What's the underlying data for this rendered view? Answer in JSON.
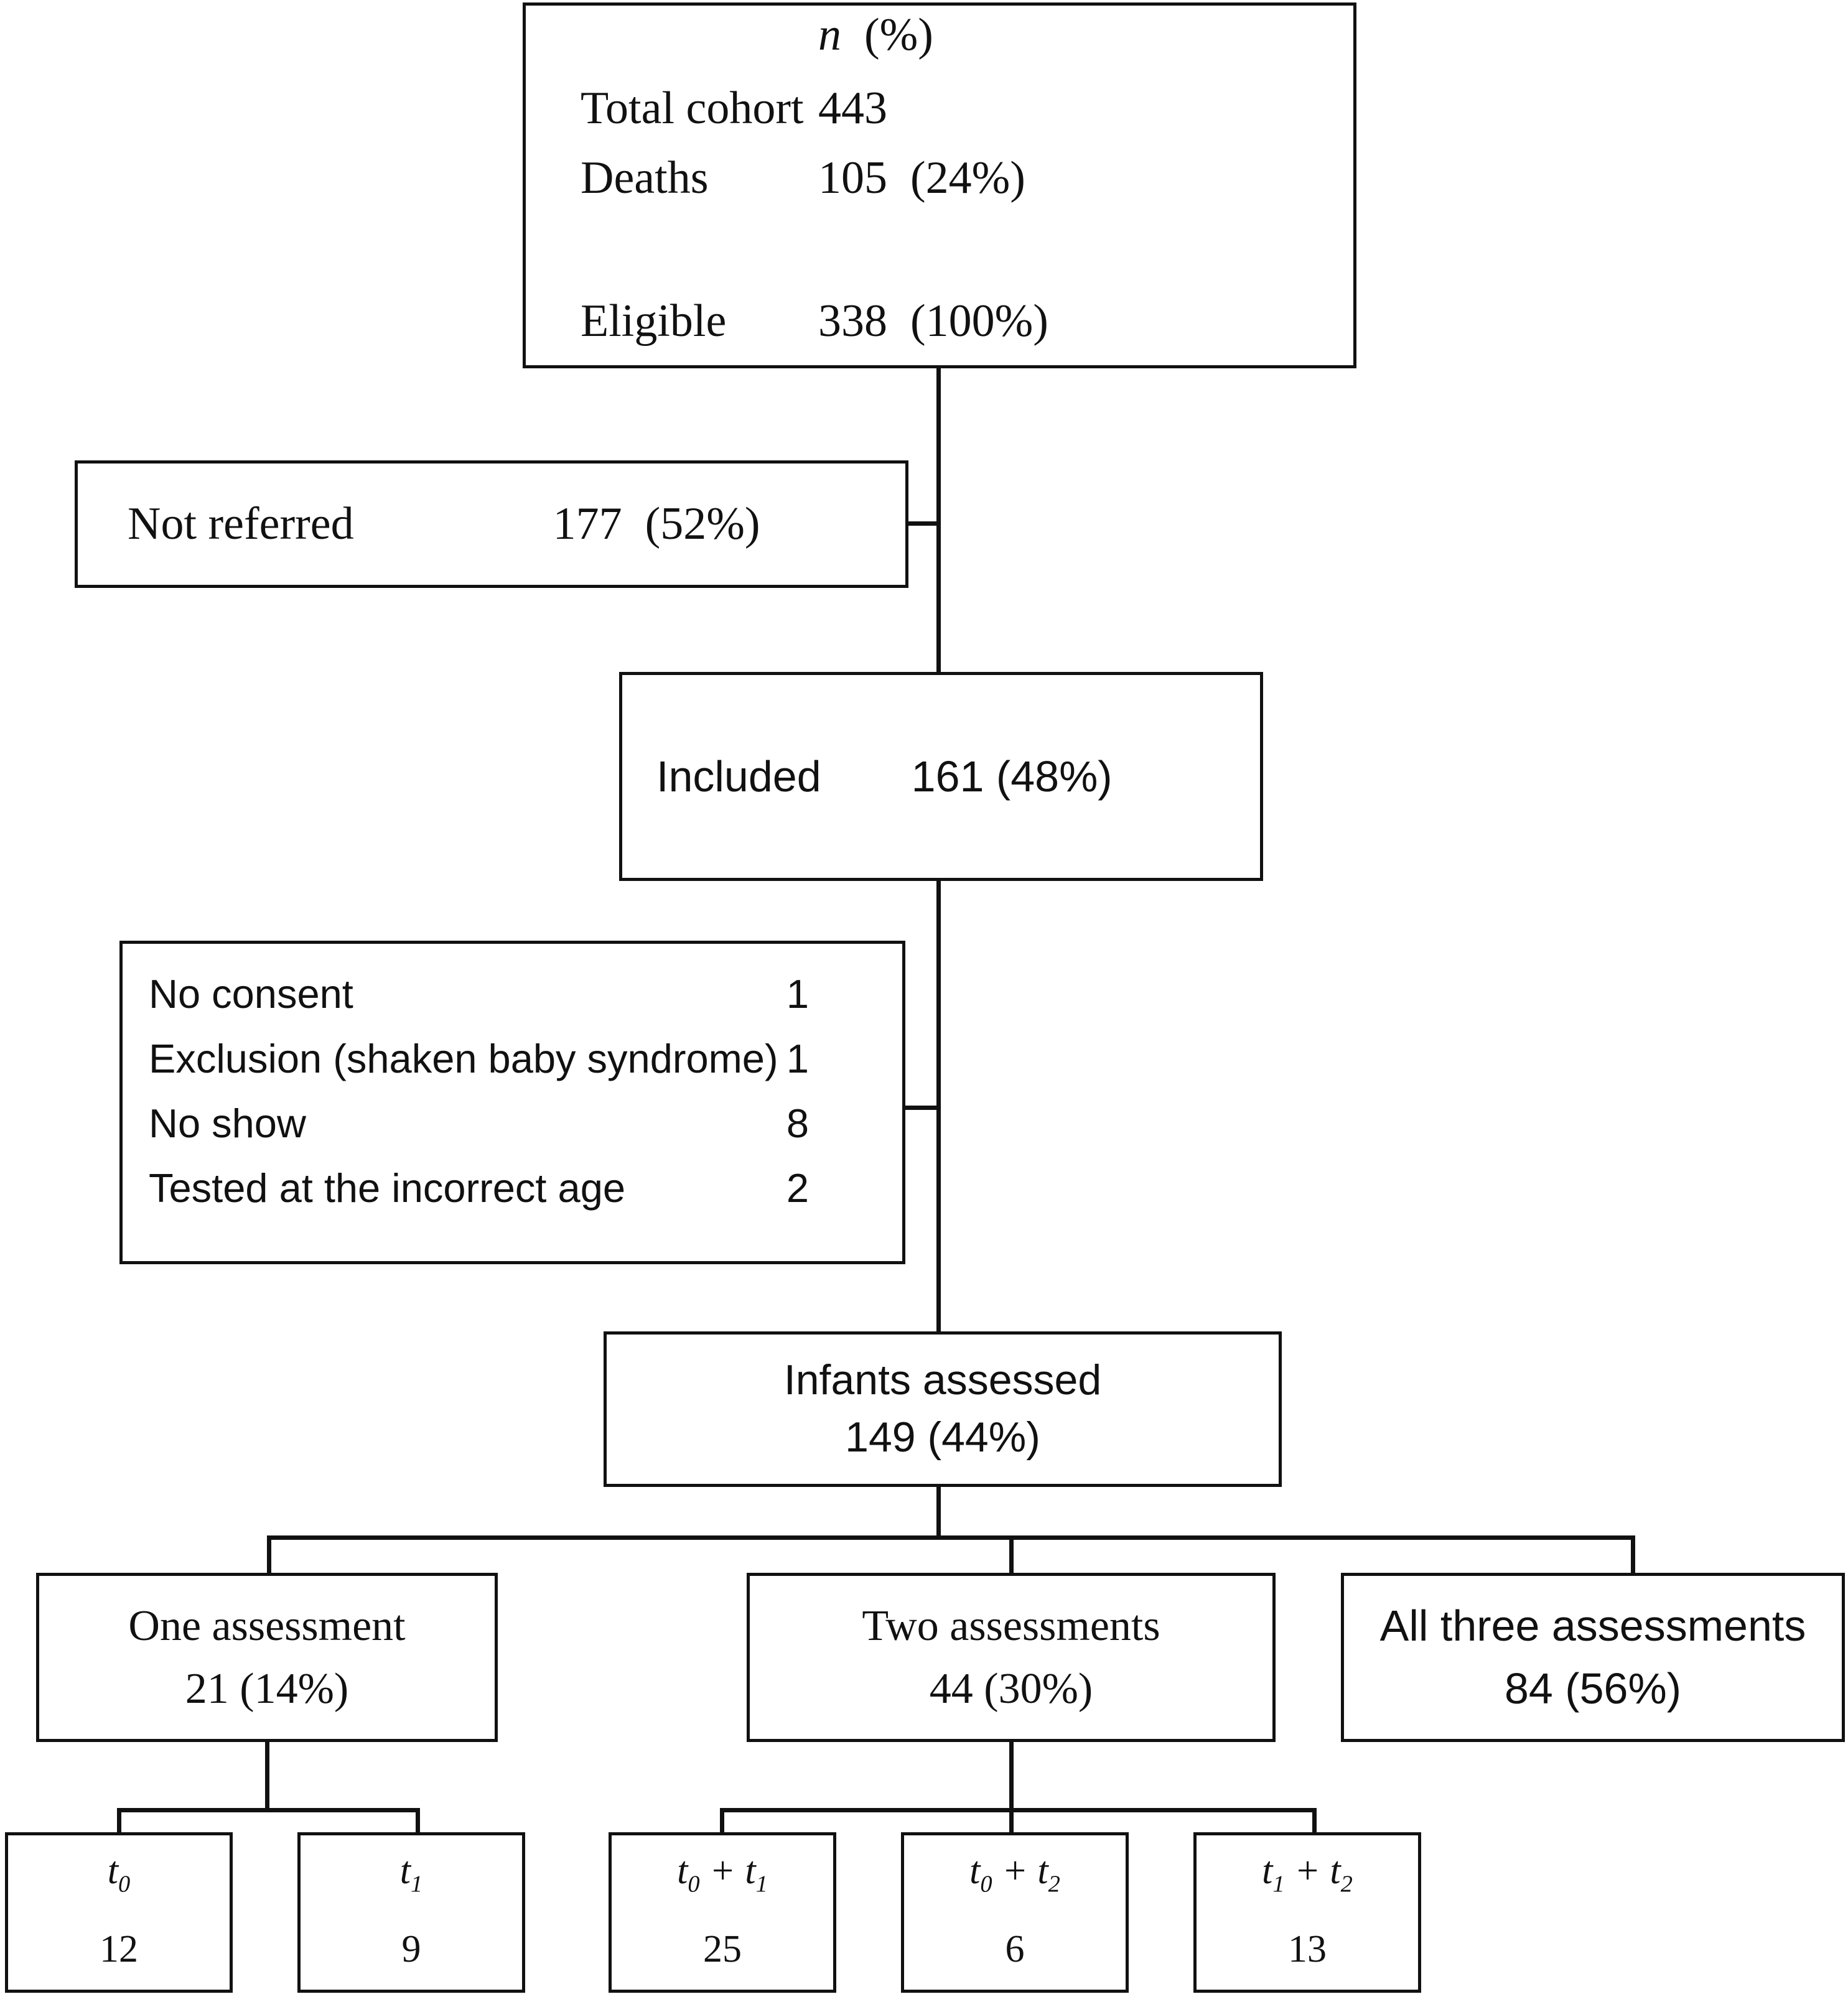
{
  "figure": {
    "kind": "study-flow-diagram",
    "line_color": "#111111",
    "background": "#ffffff"
  },
  "top_summary": {
    "header_symbol": "n",
    "header_percent": "(%)",
    "rows": [
      {
        "label": "Total cohort",
        "value": "443"
      },
      {
        "label": "Deaths",
        "value": "105  (24%)"
      },
      {
        "label": "Eligible",
        "value": "338  (100%)"
      }
    ]
  },
  "not_referred": {
    "label": "Not referred",
    "value": "177  (52%)"
  },
  "included": {
    "label": "Included",
    "value": "161 (48%)"
  },
  "exclusions": {
    "rows": [
      {
        "reason": "No consent",
        "count": "1"
      },
      {
        "reason": "Exclusion (shaken baby syndrome)",
        "count": "1"
      },
      {
        "reason": "No show",
        "count": "8"
      },
      {
        "reason": "Tested at the incorrect age",
        "count": "2"
      }
    ]
  },
  "infants_assessed": {
    "title": "Infants assessed",
    "value": "149 (44%)"
  },
  "assessment_groups": [
    {
      "title": "One assessment",
      "value": "21 (14%)"
    },
    {
      "title": "Two assessments",
      "value": "44 (30%)"
    },
    {
      "title": "All three assessments",
      "value": "84 (56%)"
    }
  ],
  "timepoint_boxes": [
    {
      "symbol": "t",
      "sub": "0",
      "symbol2": "",
      "sub2": "",
      "count": "12"
    },
    {
      "symbol": "t",
      "sub": "1",
      "symbol2": "",
      "sub2": "",
      "count": "9"
    },
    {
      "symbol": "t",
      "sub": "0",
      "symbol2": "t",
      "sub2": "1",
      "count": "25"
    },
    {
      "symbol": "t",
      "sub": "0",
      "symbol2": "t",
      "sub2": "2",
      "count": "6"
    },
    {
      "symbol": "t",
      "sub": "1",
      "symbol2": "t",
      "sub2": "2",
      "count": "13"
    }
  ],
  "timepoint_labels": [
    "t0",
    "t1",
    "t0 + t1",
    "t0 + t2",
    "t1 + t2"
  ]
}
